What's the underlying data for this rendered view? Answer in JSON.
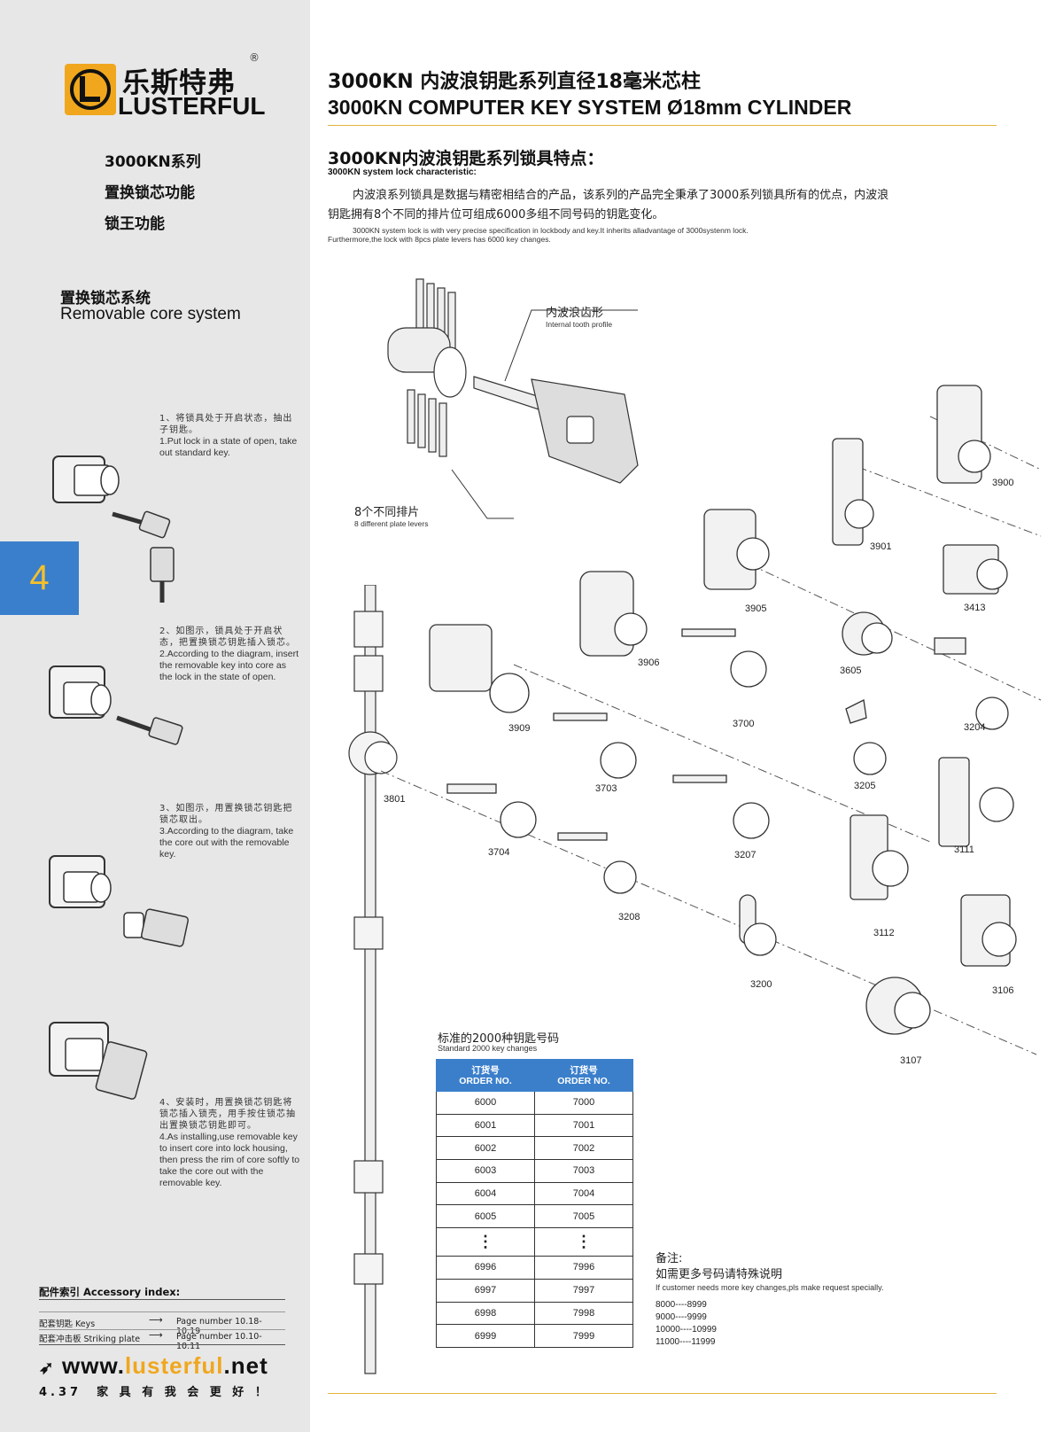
{
  "brand": {
    "name_zh": "乐斯特弗",
    "name_en": "LUSTERFUL",
    "registered": "®"
  },
  "sidebar": {
    "series_lines": [
      "3000KN系列",
      "置换锁芯功能",
      "锁王功能"
    ],
    "core_title_zh": "置换锁芯系统",
    "core_title_en": "Removable core system",
    "steps": [
      {
        "zh": "1、将锁具处于开启状态，抽出子钥匙。",
        "en": "1.Put lock in a state of open, take out standard key."
      },
      {
        "zh": "2、如图示，锁具处于开启状态，把置换锁芯钥匙插入锁芯。",
        "en": "2.According to the diagram, insert the removable key into core as the lock in the state of open."
      },
      {
        "zh": "3、如图示，用置换锁芯钥匙把锁芯取出。",
        "en": "3.According to the diagram, take the core out with the removable key."
      },
      {
        "zh": "4、安装时，用置换锁芯钥匙将锁芯插入锁壳，用手按住锁芯抽出置换锁芯钥匙即可。",
        "en": "4.As installing,use removable key to insert core into lock housing, then press the rim of core softly to take the core out with the removable key."
      }
    ],
    "chapter_number": "4",
    "accessory_title": "配件索引 Accessory index:",
    "accessory_rows": [
      {
        "label": "配套钥匙 Keys",
        "pages": "Page number 10.18-10.19"
      },
      {
        "label": "配套冲击板 Striking plate",
        "pages": "Page number 10.10-10.11"
      }
    ],
    "website": {
      "prefix": "www.",
      "highlight": "lusterful",
      "suffix": ".net"
    },
    "page_number": "4.37",
    "slogan": "家 具 有 我 会 更 好 ！"
  },
  "main": {
    "title_zh": "3000KN 内波浪钥匙系列直径18毫米芯柱",
    "title_en": "3000KN COMPUTER KEY SYSTEM Ø18mm CYLINDER",
    "feature_title_zh": "3000KN内波浪钥匙系列锁具特点：",
    "feature_title_en": "3000KN system lock characteristic:",
    "feature_text_zh": "内波浪系列锁具是数据与精密相结合的产品，该系列的产品完全秉承了3000系列锁具所有的优点，内波浪钥匙拥有8个不同的排片位可组成6000多组不同号码的钥匙变化。",
    "feature_text_en_1": "3000KN system lock is with very precise specification in lockbody and key.It inherits alladvantage of 3000systenm lock.",
    "feature_text_en_2": "Furthermore,the lock with 8pcs plate levers has 6000 key changes.",
    "callout_tooth_zh": "内波浪齿形",
    "callout_tooth_en": "Internal tooth profile",
    "callout_plates_zh": "8个不同排片",
    "callout_plates_en": "8 different plate levers",
    "product_codes": [
      "3900",
      "3901",
      "3413",
      "3905",
      "3605",
      "3906",
      "3700",
      "3204",
      "3909",
      "3205",
      "3703",
      "3801",
      "3111",
      "3207",
      "3704",
      "3112",
      "3208",
      "3106",
      "3200",
      "3107"
    ],
    "table": {
      "title_zh": "标准的2000种钥匙号码",
      "title_en": "Standard 2000 key changes",
      "header_zh": "订货号",
      "header_en": "ORDER NO.",
      "rows_top": [
        [
          "6000",
          "7000"
        ],
        [
          "6001",
          "7001"
        ],
        [
          "6002",
          "7002"
        ],
        [
          "6003",
          "7003"
        ],
        [
          "6004",
          "7004"
        ],
        [
          "6005",
          "7005"
        ]
      ],
      "ellipsis": "⋮",
      "rows_bottom": [
        [
          "6996",
          "7996"
        ],
        [
          "6997",
          "7997"
        ],
        [
          "6998",
          "7998"
        ],
        [
          "6999",
          "7999"
        ]
      ]
    },
    "note": {
      "title": "备注:",
      "line_zh": "如需更多号码请特殊说明",
      "line_en": "If customer needs more key changes,pls make request specially.",
      "ranges": [
        "8000----8999",
        "9000----9999",
        "10000----10999",
        "11000----11999"
      ]
    }
  }
}
